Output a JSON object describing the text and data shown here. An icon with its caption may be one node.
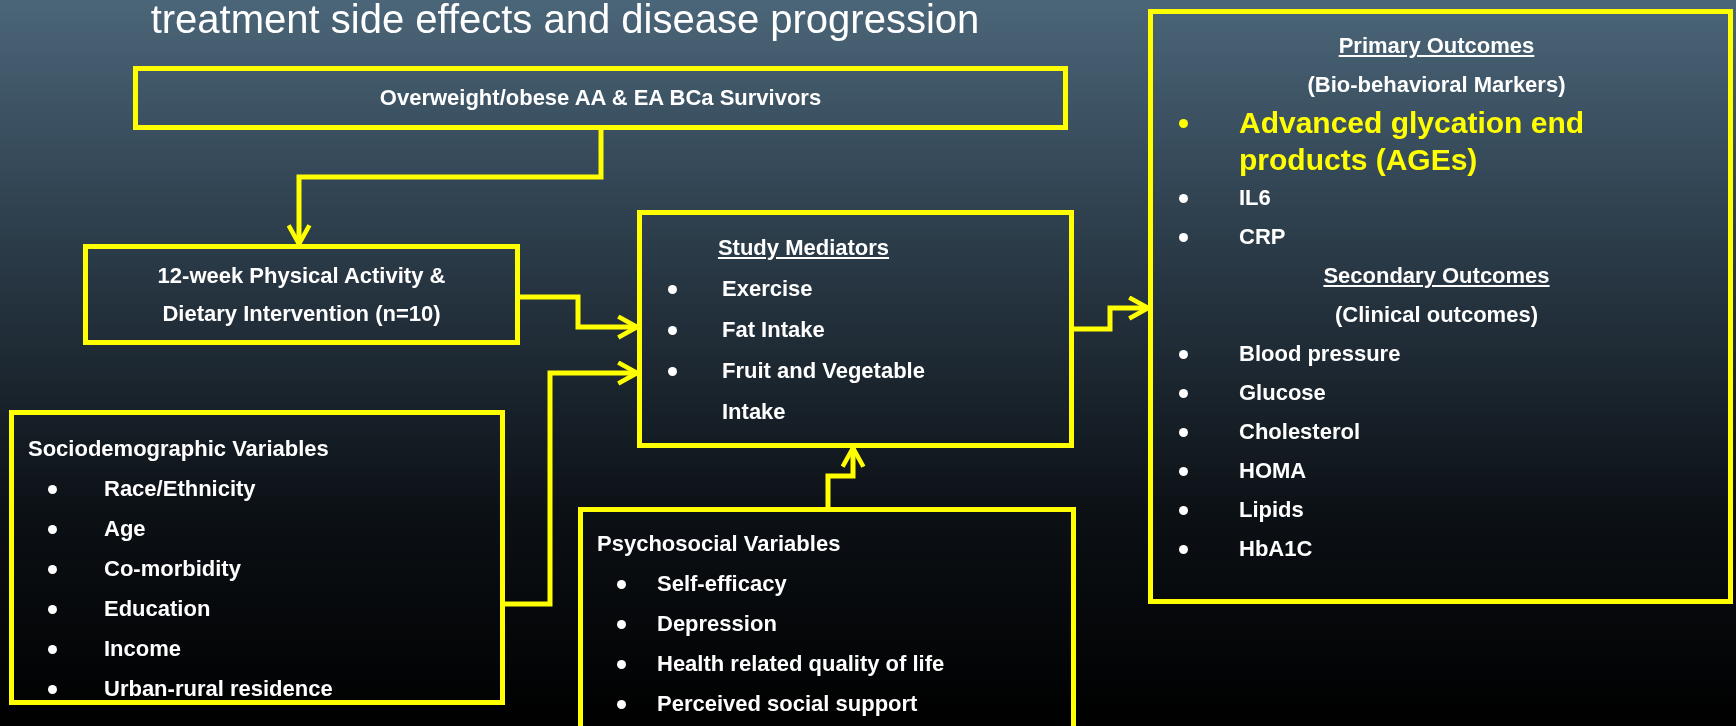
{
  "diagram": {
    "title": "treatment side effects and disease progression",
    "nodes": [
      {
        "text": [
          "Overweight/obese AA & EA BCa Survivors"
        ]
      },
      {
        "text": [
          "12-week Physical Activity & Dietary Intervention (n=10)"
        ]
      },
      {
        "text": [
          "Study Mediators",
          "Exercise",
          "Fat Intake",
          "Fruit and Vegetable Intake"
        ]
      },
      {
        "text": [
          "Primary Outcomes",
          "(Bio-behavioral Markers)",
          "Advanced glycation end products (AGEs)",
          "IL6",
          "CRP",
          "Secondary Outcomes",
          "(Clinical outcomes)",
          "Blood pressure",
          "Glucose",
          "Cholesterol",
          "HOMA",
          "Lipids",
          "HbA1C"
        ]
      },
      {
        "text": [
          "Sociodemographic Variables",
          "Race/Ethnicity",
          "Age",
          "Co-morbidity",
          "Education",
          "Income",
          "Urban-rural residence"
        ]
      },
      {
        "text": [
          "Psychosocial Variables",
          "Self-efficacy",
          "Depression",
          "Health related quality of life",
          "Perceived social support"
        ]
      }
    ],
    "edges": [
      {
        "from": 0,
        "to": 1,
        "arrow": "to"
      },
      {
        "from": 1,
        "to": 2,
        "arrow": "to"
      },
      {
        "from": 4,
        "to": 2,
        "arrow": "to"
      },
      {
        "from": 5,
        "to": 2,
        "arrow": "to"
      },
      {
        "from": 2,
        "to": 3,
        "arrow": "to"
      }
    ]
  }
}
